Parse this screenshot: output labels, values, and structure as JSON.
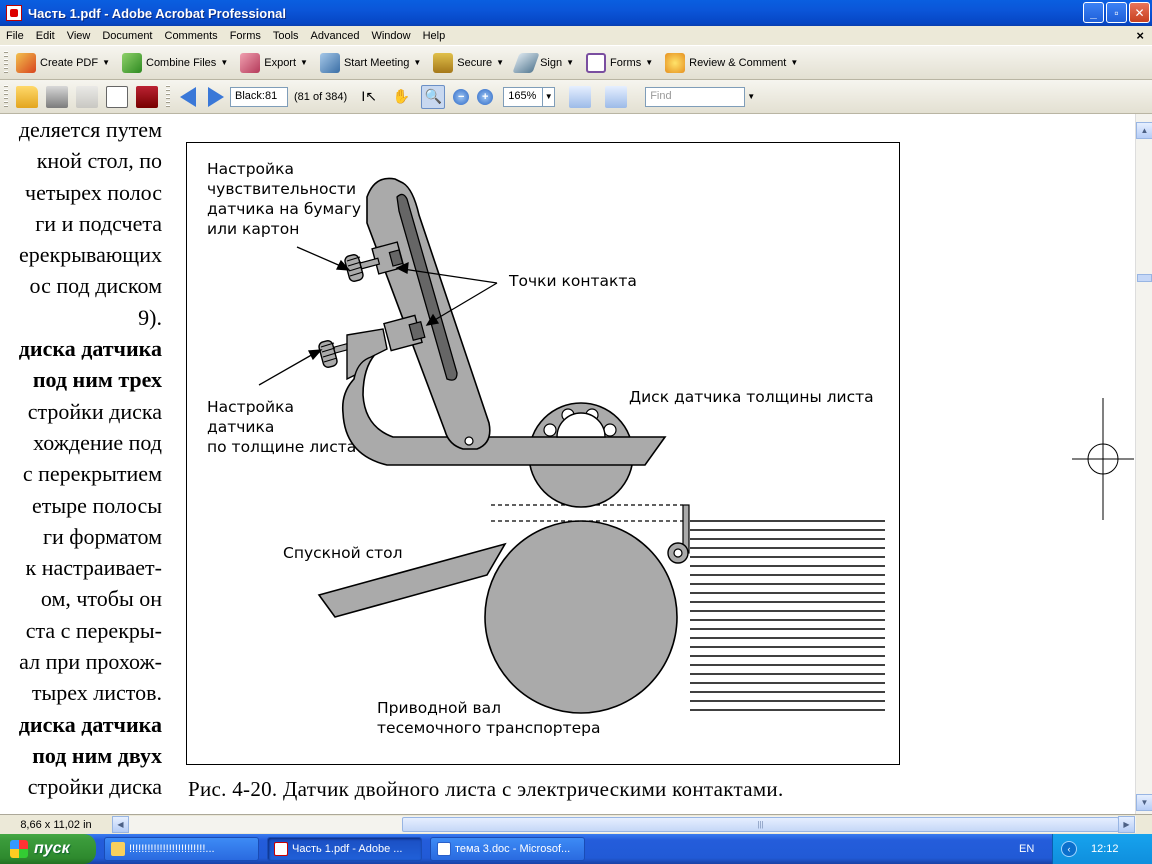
{
  "window": {
    "title": "Часть 1.pdf - Adobe Acrobat Professional",
    "minimize": "_",
    "maximize": "▫",
    "close": "✕"
  },
  "menu": {
    "items": [
      "File",
      "Edit",
      "View",
      "Document",
      "Comments",
      "Forms",
      "Tools",
      "Advanced",
      "Window",
      "Help"
    ],
    "doc_close": "×"
  },
  "toolbar1": {
    "create_pdf": "Create PDF",
    "combine": "Combine Files",
    "export": "Export",
    "meeting": "Start Meeting",
    "secure": "Secure",
    "sign": "Sign",
    "forms": "Forms",
    "review": "Review & Comment"
  },
  "toolbar2": {
    "page_label": "Black:81",
    "page_of": "(81 of 384)",
    "zoom": "165%",
    "find_placeholder": "Find"
  },
  "page_text": [
    {
      "text": "деляется путем",
      "bold": false
    },
    {
      "text": "кной стол, по",
      "bold": false
    },
    {
      "text": "четырех полос",
      "bold": false
    },
    {
      "text": "ги и подсчета",
      "bold": false
    },
    {
      "text": "ерекрывающих",
      "bold": false
    },
    {
      "text": "ос под диском",
      "bold": false
    },
    {
      "text": "9).",
      "bold": false
    },
    {
      "text": "диска датчика",
      "bold": true
    },
    {
      "text": "под ним трех",
      "bold": true
    },
    {
      "text": "стройки диска",
      "bold": false
    },
    {
      "text": "хождение под",
      "bold": false
    },
    {
      "text": "с перекрытием",
      "bold": false
    },
    {
      "text": "етыре полосы",
      "bold": false
    },
    {
      "text": "ги форматом",
      "bold": false
    },
    {
      "text": "к настраивает-",
      "bold": false
    },
    {
      "text": "ом, чтобы он",
      "bold": false
    },
    {
      "text": "ста с перекры-",
      "bold": false
    },
    {
      "text": "ал при прохож-",
      "bold": false
    },
    {
      "text": "тырех листов.",
      "bold": false
    },
    {
      "text": "диска датчика",
      "bold": true
    },
    {
      "text": "под ним двух",
      "bold": true
    },
    {
      "text": "стройки диска",
      "bold": false
    }
  ],
  "figure": {
    "label_sensitivity": "Настройка\nчувствительности\nдатчика на бумагу\nили картон",
    "label_contacts": "Точки контакта",
    "label_thickness_adj": "Настройка\nдатчика\nпо толщине листа",
    "label_disk": "Диск датчика толщины листа",
    "label_table": "Спускной стол",
    "label_roller": "Приводной вал\nтесемочного транспортера"
  },
  "caption": "Рис. 4-20. Датчик двойного листа с электрическими контактами.",
  "status": {
    "page_size": "8,66 x 11,02 in"
  },
  "taskbar": {
    "start": "пуск",
    "tasks": [
      {
        "label": "!!!!!!!!!!!!!!!!!!!!!!!!!...",
        "icon": "folder",
        "active": false
      },
      {
        "label": "Часть 1.pdf - Adobe ...",
        "icon": "pdf",
        "active": true
      },
      {
        "label": "тема 3.doc - Microsof...",
        "icon": "word",
        "active": false
      }
    ],
    "lang": "EN",
    "clock": "12:12"
  },
  "colors": {
    "xp_blue": "#0a5fe0",
    "figure_gray": "#aaaaaa",
    "start_green": "#3b9b3b"
  }
}
